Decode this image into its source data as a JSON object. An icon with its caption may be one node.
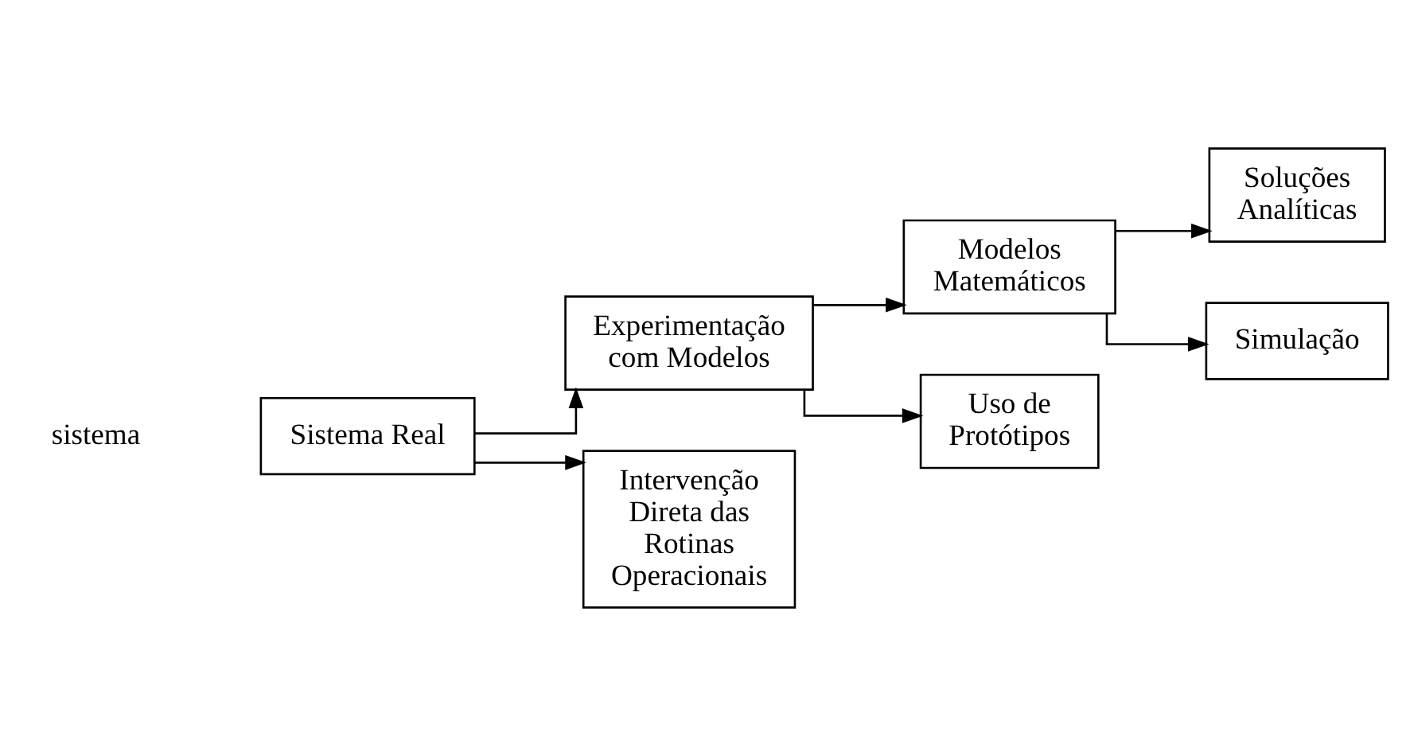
{
  "diagram": {
    "nodes": [
      {
        "text": [
          "Sistema Real"
        ]
      },
      {
        "text": [
          "Experimentação com Modelos"
        ]
      },
      {
        "text": [
          "Intervenção Direta das Rotinas Operacionais"
        ]
      },
      {
        "text": [
          "Modelos Matemáticos"
        ]
      },
      {
        "text": [
          "Uso de Protótipos"
        ]
      },
      {
        "text": [
          "Soluções Analíticas"
        ]
      },
      {
        "text": [
          "Simulação"
        ]
      }
    ],
    "edges": [
      {
        "from": 0,
        "to": 1,
        "arrow": "to"
      },
      {
        "from": 0,
        "to": 2,
        "arrow": "to"
      },
      {
        "from": 1,
        "to": 3,
        "arrow": "to"
      },
      {
        "from": 1,
        "to": 4,
        "arrow": "to"
      },
      {
        "from": 3,
        "to": 5,
        "arrow": "to"
      },
      {
        "from": 3,
        "to": 6,
        "arrow": "to"
      }
    ],
    "labels": [
      "sistema"
    ]
  }
}
